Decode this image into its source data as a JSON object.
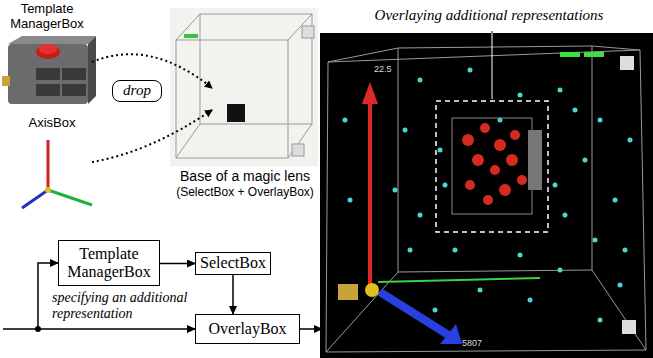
{
  "diagram": {
    "nodes": [
      {
        "text": [
          "drop"
        ]
      },
      {
        "text": [
          "Template ManagerBox"
        ]
      },
      {
        "text": [
          "SelectBox"
        ]
      },
      {
        "text": [
          "OverlayBox"
        ]
      }
    ],
    "edges": [
      {
        "from": 1,
        "to": 2,
        "arrow": "to"
      },
      {
        "from": 2,
        "to": 3,
        "arrow": "to"
      }
    ],
    "labels": [
      "Template ManagerBox",
      "AxisBox",
      "Base of a magic lens",
      "(SelectBox + OverlayBox)",
      "Overlaying additional representations",
      "specifying an additional representation",
      "22.5",
      "5807"
    ]
  }
}
